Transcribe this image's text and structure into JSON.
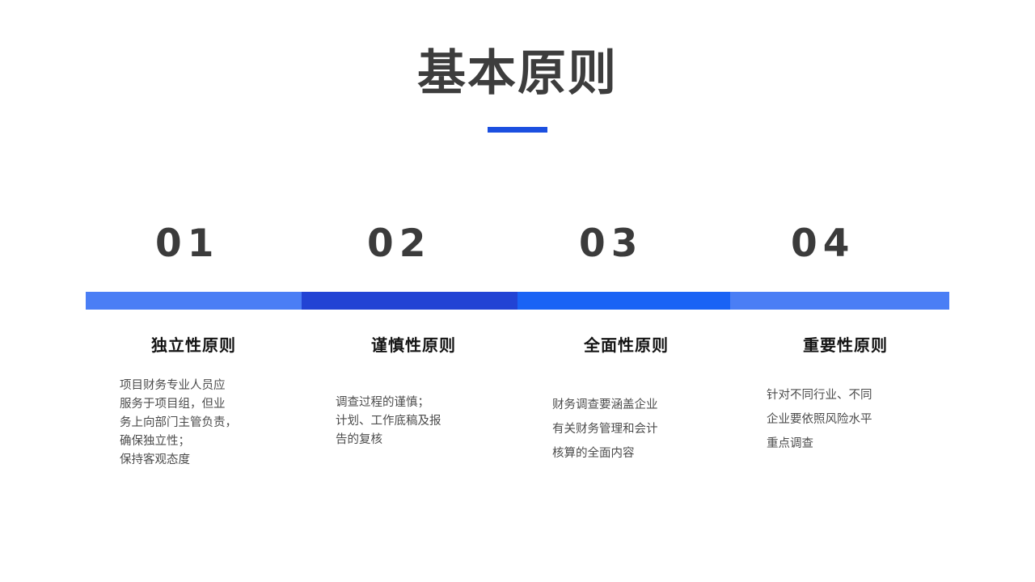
{
  "slide": {
    "title": "基本原则",
    "accent_color": "#1b4fe0",
    "background_color": "#ffffff",
    "title_color": "#3d3d3d"
  },
  "steps": [
    {
      "number": "01",
      "heading": "独立性原则",
      "body": "项目财务专业人员应\n服务于项目组，但业\n务上向部门主管负责，\n确保独立性；\n保持客观态度",
      "bar_color": "#4a7ef5"
    },
    {
      "number": "02",
      "heading": "谨慎性原则",
      "body": "调查过程的谨慎；\n计划、工作底稿及报\n告的复核",
      "bar_color": "#2243d4"
    },
    {
      "number": "03",
      "heading": "全面性原则",
      "body": "财务调查要涵盖企业\n有关财务管理和会计\n核算的全面内容",
      "bar_color": "#1a63f5"
    },
    {
      "number": "04",
      "heading": "重要性原则",
      "body": "针对不同行业、不同\n企业要依照风险水平\n重点调查",
      "bar_color": "#4a7ef5"
    }
  ]
}
